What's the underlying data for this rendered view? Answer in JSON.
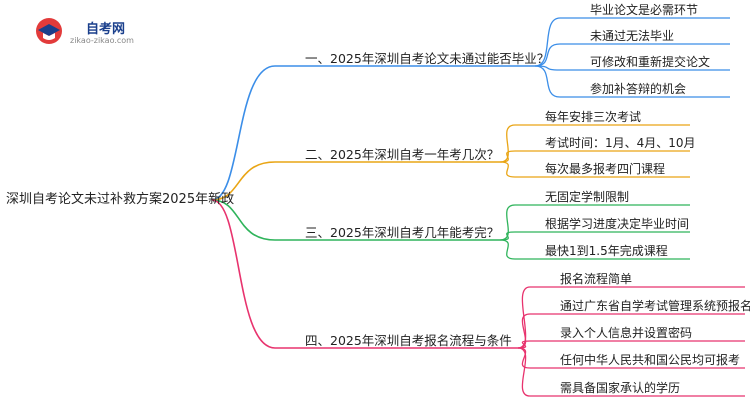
{
  "logo": {
    "title": "自考网",
    "subtitle": "zikao-zikao.com"
  },
  "root": "深圳自考论文未过补救方案2025年新政",
  "branches": [
    {
      "label": "一、2025年深圳自考论文未通过能否毕业？",
      "color": "#3b8ee8",
      "leaves": [
        "毕业论文是必需环节",
        "未通过无法毕业",
        "可修改和重新提交论文",
        "参加补答辩的机会"
      ]
    },
    {
      "label": "二、2025年深圳自考一年考几次？",
      "color": "#e9a515",
      "leaves": [
        "每年安排三次考试",
        "考试时间：1月、4月、10月",
        "每次最多报考四门课程"
      ]
    },
    {
      "label": "三、2025年深圳自考几年能考完？",
      "color": "#2fb45b",
      "leaves": [
        "无固定学制限制",
        "根据学习进度决定毕业时间",
        "最快1到1.5年完成课程"
      ]
    },
    {
      "label": "四、2025年深圳自考报名流程与条件",
      "color": "#e8336e",
      "leaves": [
        "报名流程简单",
        "通过广东省自学考试管理系统预报名",
        "录入个人信息并设置密码",
        "任何中华人民共和国公民均可报考",
        "需具备国家承认的学历"
      ]
    }
  ]
}
